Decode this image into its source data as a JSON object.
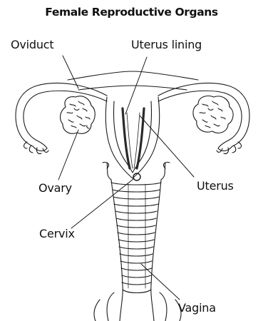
{
  "title": "Female Reproductive Organs",
  "labels": {
    "oviduct": "Oviduct",
    "uterus_lining": "Uterus lining",
    "ovary": "Ovary",
    "uterus": "Uterus",
    "cervix": "Cervix",
    "vagina": "Vagina"
  },
  "colors": {
    "stroke": "#1a1a1a",
    "background": "#ffffff",
    "lining": "#2a2a2a"
  }
}
